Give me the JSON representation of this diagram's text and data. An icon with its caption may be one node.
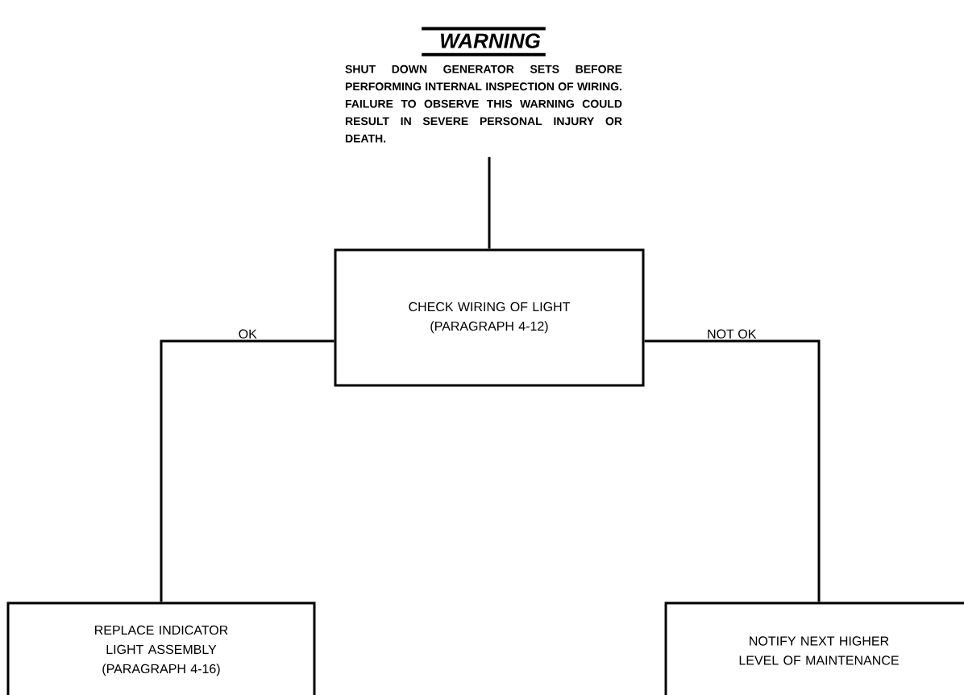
{
  "diagram": {
    "nodes": [
      {
        "text": [
          "WARNING",
          "SHUT DOWN GENERATOR SETS BEFORE PERFORMING INTERNAL INSPECTION OF WIRING. FAILURE TO OBSERVE THIS WARNING COULD RESULT IN SEVERE PERSONAL INJURY OR DEATH."
        ]
      },
      {
        "text": [
          "CHECK WIRING OF LIGHT (PARAGRAPH 4-12)"
        ]
      },
      {
        "text": [
          "REPLACE INDICATOR LIGHT ASSEMBLY (PARAGRAPH 4-16)"
        ]
      },
      {
        "text": [
          "NOTIFY NEXT HIGHER LEVEL OF MAINTENANCE"
        ]
      }
    ],
    "edges": [
      {
        "from": 0,
        "to": 1,
        "arrow": "none"
      },
      {
        "from": 1,
        "to": 2,
        "arrow": "none",
        "label": "OK"
      },
      {
        "from": 1,
        "to": 3,
        "arrow": "none",
        "label": "NOT OK"
      }
    ]
  }
}
